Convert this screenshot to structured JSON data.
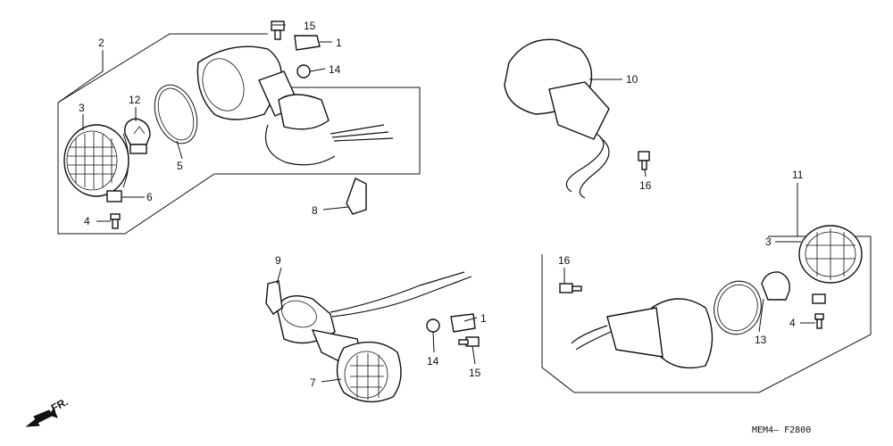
{
  "callouts": [
    {
      "id": "c2a",
      "text": "2"
    },
    {
      "id": "c3a",
      "text": "3"
    },
    {
      "id": "c12",
      "text": "12"
    },
    {
      "id": "c5",
      "text": "5"
    },
    {
      "id": "c6",
      "text": "6"
    },
    {
      "id": "c4a",
      "text": "4"
    },
    {
      "id": "c15a",
      "text": "15"
    },
    {
      "id": "c1a",
      "text": "1"
    },
    {
      "id": "c14a",
      "text": "14"
    },
    {
      "id": "c8",
      "text": "8"
    },
    {
      "id": "c10",
      "text": "10"
    },
    {
      "id": "c16a",
      "text": "16"
    },
    {
      "id": "c11",
      "text": "11"
    },
    {
      "id": "c3b",
      "text": "3"
    },
    {
      "id": "c4b",
      "text": "4"
    },
    {
      "id": "c13",
      "text": "13"
    },
    {
      "id": "c16b",
      "text": "16"
    },
    {
      "id": "c9",
      "text": "9"
    },
    {
      "id": "c1b",
      "text": "1"
    },
    {
      "id": "c14b",
      "text": "14"
    },
    {
      "id": "c15b",
      "text": "15"
    },
    {
      "id": "c7",
      "text": "7"
    }
  ],
  "direction_label": "FR.",
  "diagram_code": "MEM4— F2800"
}
